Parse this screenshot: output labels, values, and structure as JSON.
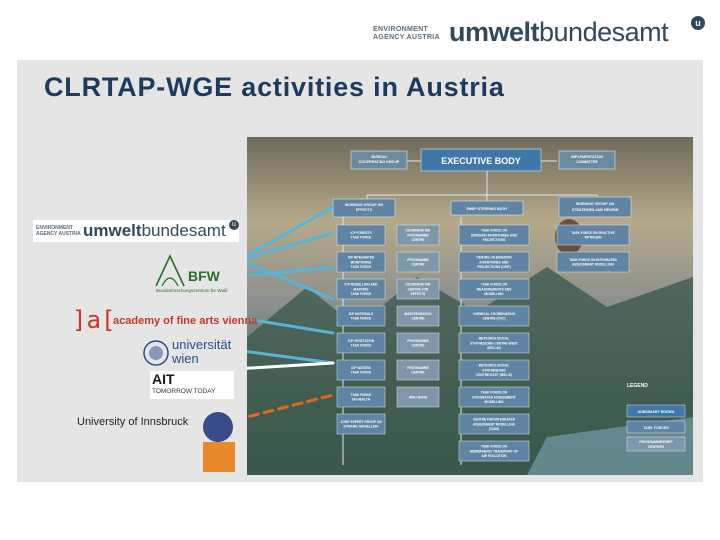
{
  "header": {
    "env_line1": "ENVIRONMENT",
    "env_line2": "AGENCY AUSTRIA",
    "brand_bold": "umwelt",
    "brand_regular": "bundesamt",
    "badge": "u"
  },
  "slide": {
    "title": "CLRTAP-WGE activities in Austria"
  },
  "partners": {
    "uba": {
      "small1": "ENVIRONMENT",
      "small2": "AGENCY AUSTRIA",
      "bold": "umwelt",
      "regular": "bundesamt",
      "badge": "u"
    },
    "bfw": {
      "name": "BFW",
      "sub": "Bundesforschungszentrum für Wald"
    },
    "academy": {
      "bracket": "]a[",
      "name": "academy of fine arts vienna"
    },
    "univie": {
      "line1": "universität",
      "line2": "wien"
    },
    "ait": {
      "name": "AIT",
      "sub": "TOMORROW TODAY"
    },
    "innsbruck": {
      "label": "University of Innsbruck"
    }
  },
  "diagram": {
    "boxes": {
      "bureau": "BUREAU\nCOOPERATING\nGROUP",
      "executive": "EXECUTIVE BODY",
      "implementation": "IMPLEMENTATION\nCOMMITTEE",
      "wge": "WORKING GROUP ON\nEFFECTS",
      "emep": "EMEP STEERING BODY",
      "wgsr": "WORKING GROUP ON\nSTRATEGIES AND REVIEW",
      "forests": "ICP FORESTS\nTASK FORCE",
      "coord": "COORDINATING\nPROGRAMME\nCENTRE",
      "tf_emission": "TASK FORCE ON\nEMISSION INVENTORIES AND\nPROJECTIONS",
      "tf_hemispheric": "TASK FORCE ON REACTIVE\nNITROGEN",
      "integrated": "ICP INTEGRATED\nMONITORING\nTASK FORCE",
      "prog_centre1": "PROGRAMME\nCENTRE",
      "ceip": "CENTRE ON EMISSION\nINVENTORIES AND\nPROJECTIONS (CEIP)",
      "tf_integrated_assess": "TASK FORCE ON INTEGRATED\nASSESSMENT MODELLING",
      "modelling": "ICP MODELLING AND\nMAPPING\nTASK FORCE",
      "ccfe": "COORDINATION\nCENTRE FOR\nEFFECTS",
      "tf_measure": "TASK FORCE ON\nMEASUREMENTS AND\nMODELLING",
      "ccc": "CHEMICAL COORDINATING\nCENTRE (CCC)",
      "materials": "ICP MATERIALS\nTASK FORCE",
      "main_research": "MAIN RESEARCH\nCENTRE",
      "mscw": "METEOROLOGICAL\nSYNTHESIZING CENTRE-WEST\n(MSC-W)",
      "vegetation": "ICP VEGETATION\nTASK FORCE",
      "prog_centre2": "PROGRAMME\nCENTRE",
      "msce": "METEOROLOGICAL\nSYNTHESIZING\nCENTRE-EAST (MSC-E)",
      "waters": "ICP WATERS\nTASK FORCE",
      "prog_centre3": "PROGRAMME\nCENTRE",
      "tfiam": "TASK FORCE ON\nINTEGRATED ASSESSMENT\nMODELLING",
      "health": "TASK FORCE\nON HEALTH",
      "who": "WHO BONN",
      "ciam": "CENTRE FOR INTEGRATED\nASSESSMENT MODELLING\n(CIAM)",
      "joint_expert": "JOINT EXPERT GROUP ON\nDYNAMIC MODELLING",
      "htap": "TASK FORCE ON\nHEMISPHERIC TRANSPORT OF\nAIR POLLUTION"
    },
    "legend": {
      "title": "LEGEND",
      "subsidiary": "SUBSIDIARY BODIES",
      "task_forces": "TASK FORCES",
      "centres": "PROGRAMME/EMEP\nCENTRES"
    }
  },
  "colors": {
    "title": "#1e3a5f",
    "brand": "#304a5c",
    "arrows": "#5ab4d6",
    "dashed_arrow": "#e06a1c",
    "panel": "#e5e5e5"
  }
}
